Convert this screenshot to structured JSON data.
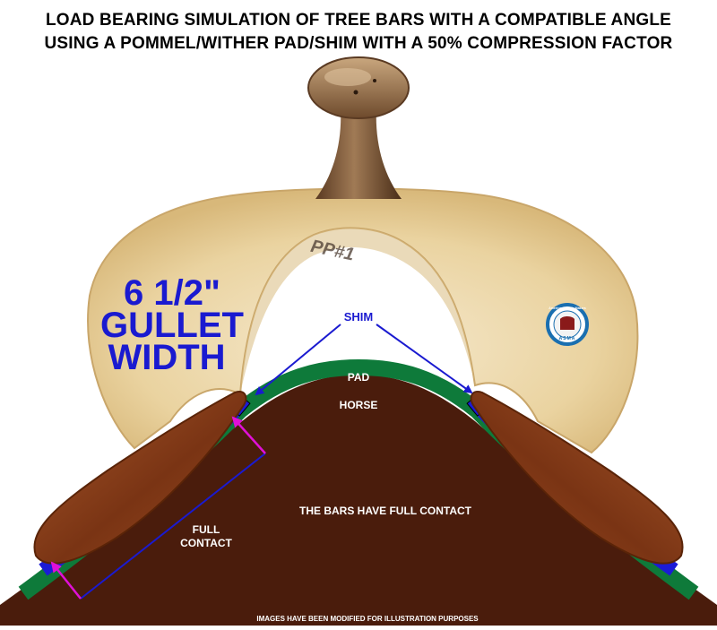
{
  "title": {
    "line1": "LOAD BEARING SIMULATION OF TREE BARS WITH A COMPATIBLE ANGLE",
    "line2": "USING A POMMEL/WITHER PAD/SHIM WITH A 50% COMPRESSION FACTOR"
  },
  "gullet": {
    "line1": "6 1/2\"",
    "line2": "GULLET",
    "line3": "WIDTH"
  },
  "labels": {
    "shim": "SHIM",
    "pad": "PAD",
    "horse": "HORSE",
    "bars_contact": "THE BARS HAVE FULL CONTACT",
    "full": "FULL",
    "contact": "CONTACT",
    "footer": "IMAGES HAVE BEEN MODIFIED FOR ILLUSTRATION PURPOSES"
  },
  "logo": {
    "acronym": "ASMA",
    "ring_text": "American Saddle Makers"
  },
  "colors": {
    "horse": "#4a1c0c",
    "pad": "#0e7a3a",
    "shim": "#1b1bd6",
    "tree": "#ecd9a6",
    "bars": "#8a3f1a",
    "gullet_text": "#1a1ad0",
    "contact_arrow": "#e010d8",
    "contact_line": "#1a1ad0",
    "shim_arrow": "#1a1ad0"
  }
}
